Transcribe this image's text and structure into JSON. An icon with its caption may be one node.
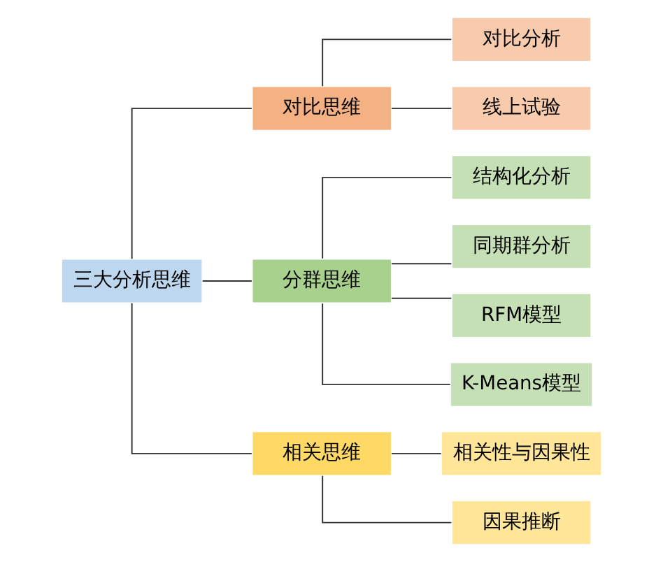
{
  "diagram": {
    "nodes": [
      {
        "text": [
          "三大分析思维"
        ]
      },
      {
        "text": [
          "对比思维"
        ]
      },
      {
        "text": [
          "分群思维"
        ]
      },
      {
        "text": [
          "相关思维"
        ]
      },
      {
        "text": [
          "对比分析"
        ]
      },
      {
        "text": [
          "线上试验"
        ]
      },
      {
        "text": [
          "结构化分析"
        ]
      },
      {
        "text": [
          "同期群分析"
        ]
      },
      {
        "text": [
          "RFM模型"
        ]
      },
      {
        "text": [
          "K-Means模型"
        ]
      },
      {
        "text": [
          "相关性与因果性"
        ]
      },
      {
        "text": [
          "因果推断"
        ]
      }
    ],
    "edges": [
      {
        "from": 0,
        "to": 1,
        "arrow": "none"
      },
      {
        "from": 0,
        "to": 2,
        "arrow": "none"
      },
      {
        "from": 0,
        "to": 3,
        "arrow": "none"
      },
      {
        "from": 1,
        "to": 4,
        "arrow": "none"
      },
      {
        "from": 1,
        "to": 5,
        "arrow": "none"
      },
      {
        "from": 2,
        "to": 6,
        "arrow": "none"
      },
      {
        "from": 2,
        "to": 7,
        "arrow": "none"
      },
      {
        "from": 2,
        "to": 8,
        "arrow": "none"
      },
      {
        "from": 2,
        "to": 9,
        "arrow": "none"
      },
      {
        "from": 3,
        "to": 10,
        "arrow": "none"
      },
      {
        "from": 3,
        "to": 11,
        "arrow": "none"
      }
    ]
  }
}
